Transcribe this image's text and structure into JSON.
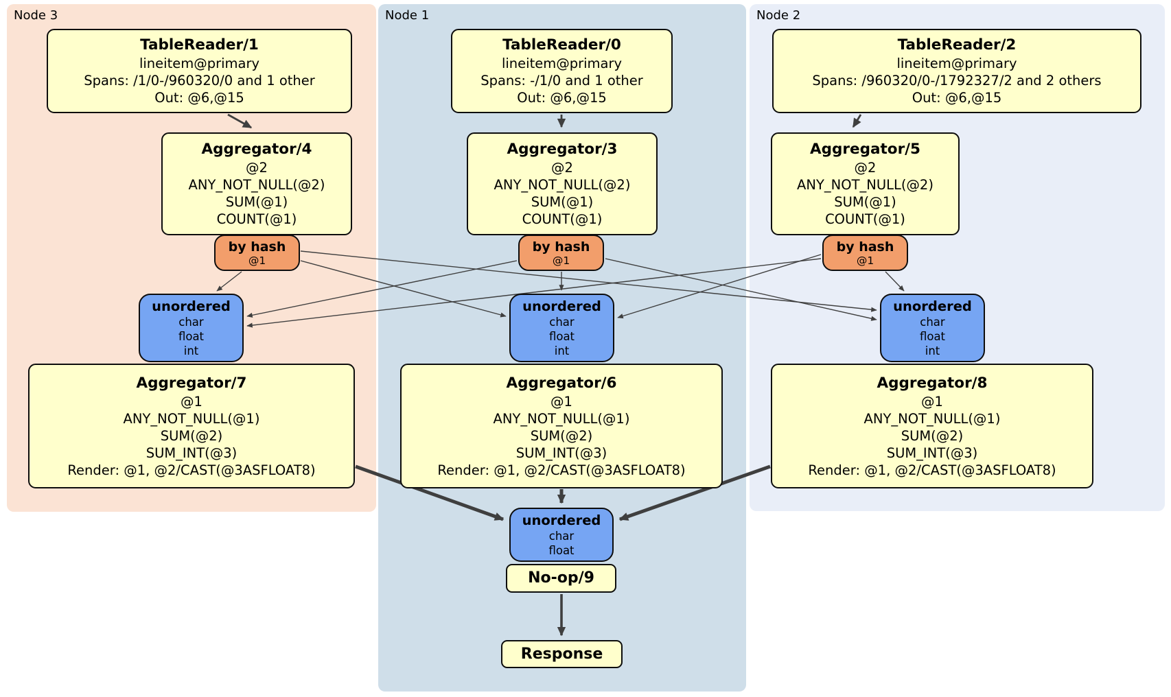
{
  "diagram": {
    "panels": {
      "node3": {
        "label": "Node 3"
      },
      "node1": {
        "label": "Node 1"
      },
      "node2": {
        "label": "Node 2"
      }
    },
    "processors": {
      "tablereader1": {
        "title": "TableReader/1",
        "lines": [
          "lineitem@primary",
          "Spans: /1/0-/960320/0 and 1 other",
          "Out: @6,@15"
        ]
      },
      "tablereader0": {
        "title": "TableReader/0",
        "lines": [
          "lineitem@primary",
          "Spans: -/1/0 and 1 other",
          "Out: @6,@15"
        ]
      },
      "tablereader2": {
        "title": "TableReader/2",
        "lines": [
          "lineitem@primary",
          "Spans: /960320/0-/1792327/2 and 2 others",
          "Out: @6,@15"
        ]
      },
      "aggregator4": {
        "title": "Aggregator/4",
        "lines": [
          "@2",
          "ANY_NOT_NULL(@2)",
          "SUM(@1)",
          "COUNT(@1)"
        ]
      },
      "aggregator3": {
        "title": "Aggregator/3",
        "lines": [
          "@2",
          "ANY_NOT_NULL(@2)",
          "SUM(@1)",
          "COUNT(@1)"
        ]
      },
      "aggregator5": {
        "title": "Aggregator/5",
        "lines": [
          "@2",
          "ANY_NOT_NULL(@2)",
          "SUM(@1)",
          "COUNT(@1)"
        ]
      },
      "aggregator7": {
        "title": "Aggregator/7",
        "lines": [
          "@1",
          "ANY_NOT_NULL(@1)",
          "SUM(@2)",
          "SUM_INT(@3)",
          "Render: @1, @2/CAST(@3ASFLOAT8)"
        ]
      },
      "aggregator6": {
        "title": "Aggregator/6",
        "lines": [
          "@1",
          "ANY_NOT_NULL(@1)",
          "SUM(@2)",
          "SUM_INT(@3)",
          "Render: @1, @2/CAST(@3ASFLOAT8)"
        ]
      },
      "aggregator8": {
        "title": "Aggregator/8",
        "lines": [
          "@1",
          "ANY_NOT_NULL(@1)",
          "SUM(@2)",
          "SUM_INT(@3)",
          "Render: @1, @2/CAST(@3ASFLOAT8)"
        ]
      },
      "noop9": {
        "title": "No-op/9"
      },
      "response": {
        "title": "Response"
      }
    },
    "routers": {
      "hash_node3": {
        "title": "by hash",
        "sub": "@1"
      },
      "hash_node1": {
        "title": "by hash",
        "sub": "@1"
      },
      "hash_node2": {
        "title": "by hash",
        "sub": "@1"
      }
    },
    "syncs": {
      "unordered_node3": {
        "title": "unordered",
        "lines": [
          "char",
          "float",
          "int"
        ]
      },
      "unordered_node1": {
        "title": "unordered",
        "lines": [
          "char",
          "float",
          "int"
        ]
      },
      "unordered_node2": {
        "title": "unordered",
        "lines": [
          "char",
          "float",
          "int"
        ]
      },
      "unordered_final": {
        "title": "unordered",
        "lines": [
          "char",
          "float"
        ]
      }
    },
    "colors": {
      "node3_panel": "#fbe3d4",
      "node1_panel": "#cfdee9",
      "node2_panel": "#e9eef8",
      "processor_fill": "#ffffcc",
      "router_fill": "#f29e6b",
      "sync_fill": "#76a5f3",
      "edge": "#3f3f3f"
    }
  }
}
